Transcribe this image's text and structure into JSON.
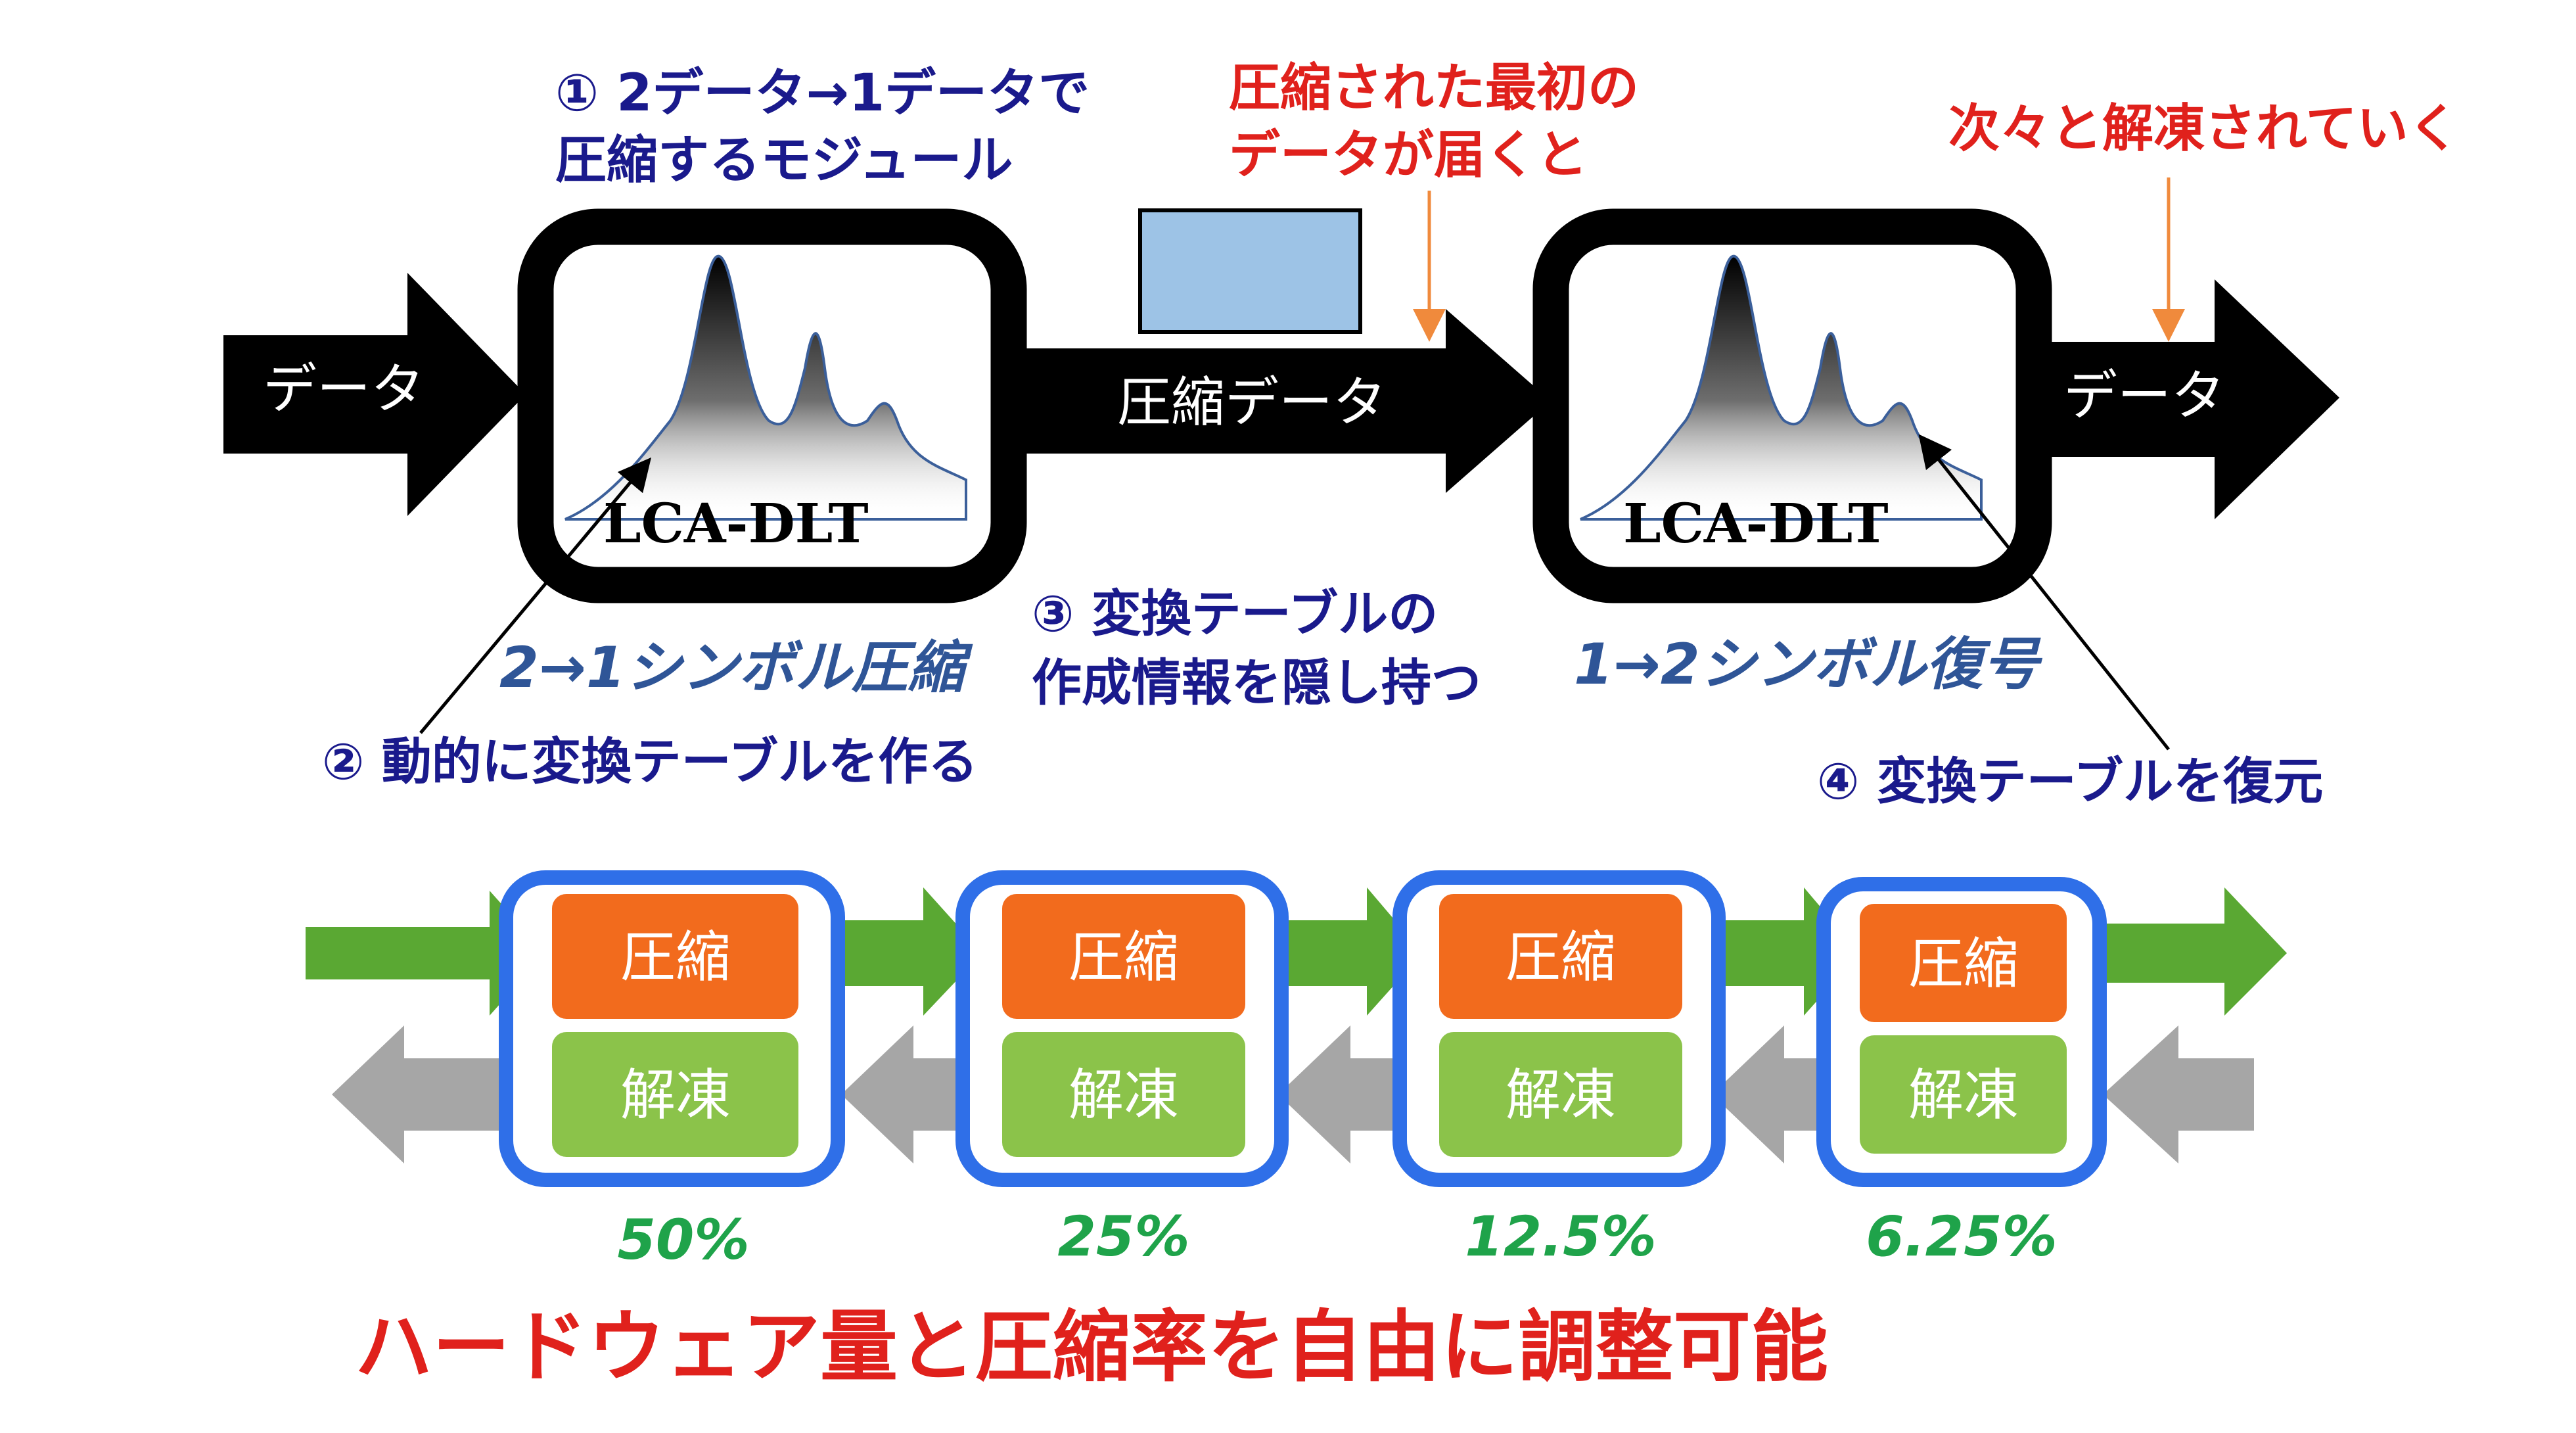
{
  "top": {
    "input_label": "データ",
    "compressed_label": "圧縮データ",
    "output_label": "データ",
    "block_label": "LCA-DLT",
    "left_caption": "2→1シンボル圧縮",
    "right_caption": "1→2シンボル復号",
    "note1": {
      "line1": "① 2データ→1データで",
      "line2": "圧縮するモジュール"
    },
    "note2": "② 動的に変換テーブルを作る",
    "note3": {
      "line1": "③ 変換テーブルの",
      "line2": "作成情報を隠し持つ"
    },
    "note4": "④ 変換テーブルを復元",
    "red_note1": {
      "line1": "圧縮された最初の",
      "line2": "データが届くと"
    },
    "red_note2": "次々と解凍されていく"
  },
  "stages": [
    {
      "compress": "圧縮",
      "decompress": "解凍",
      "ratio": "50%"
    },
    {
      "compress": "圧縮",
      "decompress": "解凍",
      "ratio": "25%"
    },
    {
      "compress": "圧縮",
      "decompress": "解凍",
      "ratio": "12.5%"
    },
    {
      "compress": "圧縮",
      "decompress": "解凍",
      "ratio": "6.25%"
    }
  ],
  "slogan": "ハードウェア量と圧縮率を自由に調整可能",
  "colors": {
    "navy": "#1a1a8c",
    "red": "#e0211c",
    "compress": "#f26b1d",
    "decompress": "#8bc34a",
    "stage_border": "#2f6fe8",
    "forward_arrow": "#5aa833",
    "backward_arrow": "#a6a6a6",
    "ratio": "#1fa34a",
    "packet": "#9dc3e6"
  }
}
